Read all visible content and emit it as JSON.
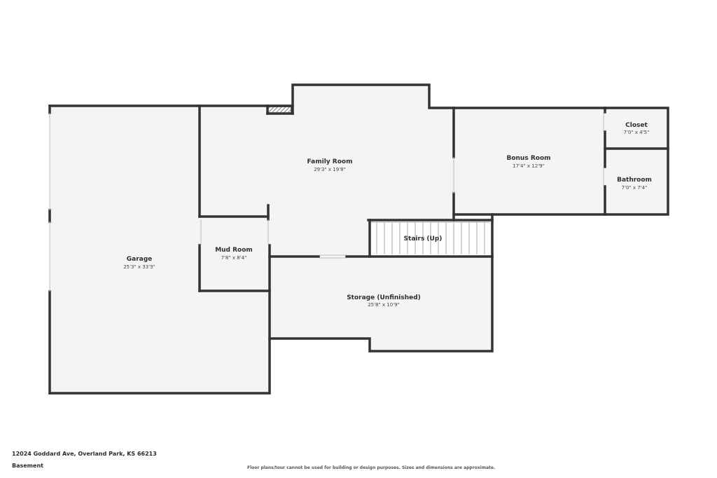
{
  "rooms": {
    "garage": {
      "name": "Garage",
      "dims": "25'3\" x 33'3\""
    },
    "family": {
      "name": "Family Room",
      "dims": "29'3\" x 19'8\""
    },
    "mud": {
      "name": "Mud Room",
      "dims": "7'8\" x 8'4\""
    },
    "bonus": {
      "name": "Bonus Room",
      "dims": "17'4\" x 12'9\""
    },
    "closet": {
      "name": "Closet",
      "dims": "7'0\" x 4'5\""
    },
    "bathroom": {
      "name": "Bathroom",
      "dims": "7'0\" x 7'4\""
    },
    "stairs": {
      "name": "Stairs (Up)"
    },
    "storage": {
      "name": "Storage (Unfinished)",
      "dims": "25'8\" x 10'9\""
    }
  },
  "footer": {
    "address": "12024 Goddard Ave, Overland Park, KS 66213",
    "level": "Basement",
    "disclaimer": "Floor plans/tour cannot be used for building or design purposes. Sizes and dimensions are approximate."
  },
  "colors": {
    "wall": "#333333",
    "floor": "#f4f4f4",
    "background": "#ffffff"
  }
}
